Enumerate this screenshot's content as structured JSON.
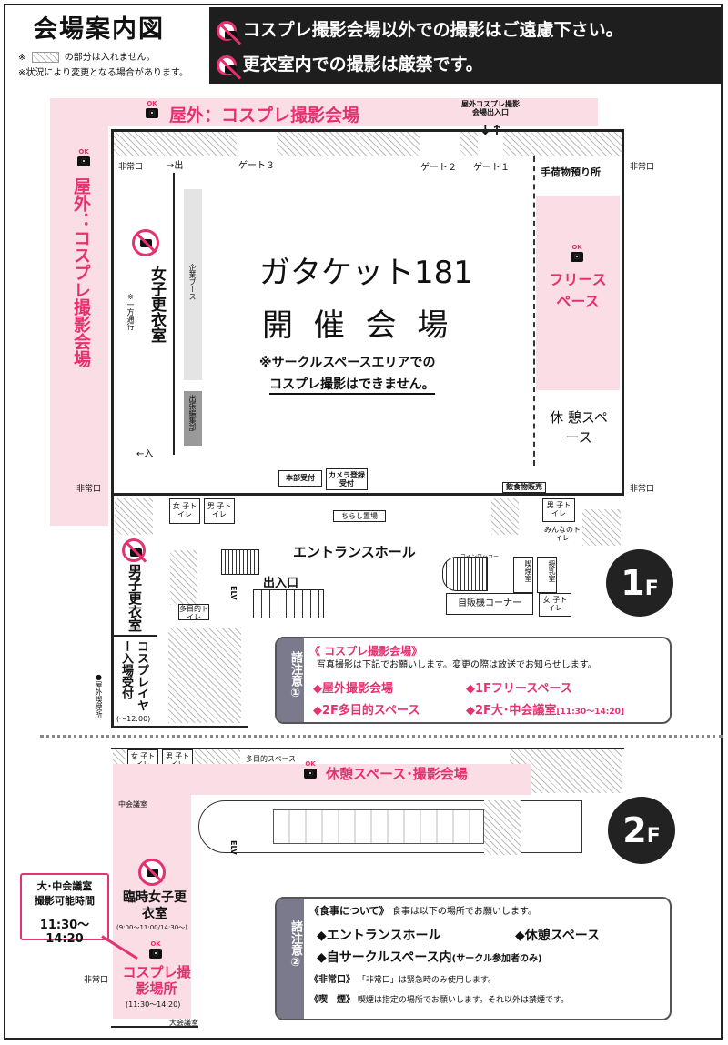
{
  "header": {
    "title": "会場案内図",
    "note1_pre": "※",
    "note1_post": "の部分は入れません。",
    "note2": "※状況により変更となる場合があります。",
    "banner_line1": "コスプレ撮影会場以外での撮影はご遠慮下さい。",
    "banner_line2": "更衣室内での撮影は厳禁です。"
  },
  "icons": {
    "ok_label": "OK"
  },
  "floor1": {
    "badge_num": "1",
    "badge_letter": "F",
    "outdoor_top": "屋外：コスプレ撮影会場",
    "outdoor_left": "屋外：コスプレ撮影会場",
    "outdoor_entrance": "屋外コスプレ撮影会場出入口",
    "emergency_exit": "非常口",
    "exit_arrow": "→出",
    "entry_arrow": "←入",
    "gate3": "ゲート３",
    "gate2": "ゲート２",
    "gate1": "ゲート１",
    "baggage": "手荷物預り所",
    "free_space": "フリースペース",
    "rest_space": "休 憩スペース",
    "main_title": "ガタケット181",
    "main_subtitle": "開 催 会 場",
    "circle_note_line1": "※サークルスペースエリアでの",
    "circle_note_line2": "コスプレ撮影はできません。",
    "company_booth": "企業ブース",
    "editorial": "出張編集部",
    "womens_changing": "女子更衣室",
    "one_way": "※一方通行",
    "hq_reception": "本部受付",
    "camera_reception": "カメラ登録受付",
    "food_sales": "飲食物販売",
    "flyer_area": "ちらし置場",
    "entrance_hall": "エントランスホール",
    "coin_locker": "コインロッカー",
    "smoking_room": "喫煙室",
    "nursing_room": "授乳室",
    "vending": "自販機コーナー",
    "entrance": "出入口",
    "elv": "ELV",
    "toilet_w": "女 子トイレ",
    "toilet_m": "男 子トイレ",
    "toilet_multi": "多目的トイレ",
    "toilet_everyone": "みんなのトイレ",
    "mens_changing": "男子更衣室",
    "cosplayer_reception": "コスプレイヤー入場受付",
    "cosplayer_time": "(～12:00)",
    "outdoor_smoking": "●屋外喫煙所"
  },
  "note1": {
    "tab": "諸注意①",
    "heading": "《 コスプレ撮影会場》",
    "body": "写真撮影は下記でお願いします。変更の際は放送でお知らせします。",
    "items": [
      "◆屋外撮影会場",
      "◆1Fフリースペース",
      "◆2F多目的スペース",
      "◆2F大･中会議室"
    ],
    "item4_time": "[11:30～14:20]"
  },
  "floor2": {
    "badge_num": "2",
    "badge_letter": "F",
    "multipurpose": "多目的スペース",
    "rest_photo": "休憩スペース･撮影会場",
    "mid_meeting": "中会議室",
    "temp_womens_changing": "臨時女子更衣室",
    "changing_time": "(9:00～11:00/14:30～)",
    "cosplay_area": "コスプレ撮影場所",
    "cosplay_area_time": "(11:30～14:20)",
    "emergency_exit": "非常口",
    "large_meeting": "大会議室",
    "elv": "ELV",
    "toilet_w": "女 子トイレ",
    "toilet_m": "男 子トイレ",
    "callout_line1": "大･中会議室",
    "callout_line2": "撮影可能時間",
    "callout_time": "11:30～14:20"
  },
  "note2": {
    "tab": "諸注意②",
    "food_heading": "《食事について》",
    "food_body": "食事は以下の場所でお願いします。",
    "food_items": [
      "◆エントランスホール",
      "◆休憩スペース",
      "◆自サークルスペース内"
    ],
    "food_item3_note": "(サークル参加者のみ)",
    "exit_heading": "《非常口》",
    "exit_body": "「非常口」は緊急時のみ使用します。",
    "smoke_heading": "《喫　煙》",
    "smoke_body": "喫煙は指定の場所でお願いします。それ以外は禁煙です。"
  },
  "colors": {
    "accent": "#e4316f",
    "pink_area": "#fbdde6",
    "dark": "#222222"
  }
}
